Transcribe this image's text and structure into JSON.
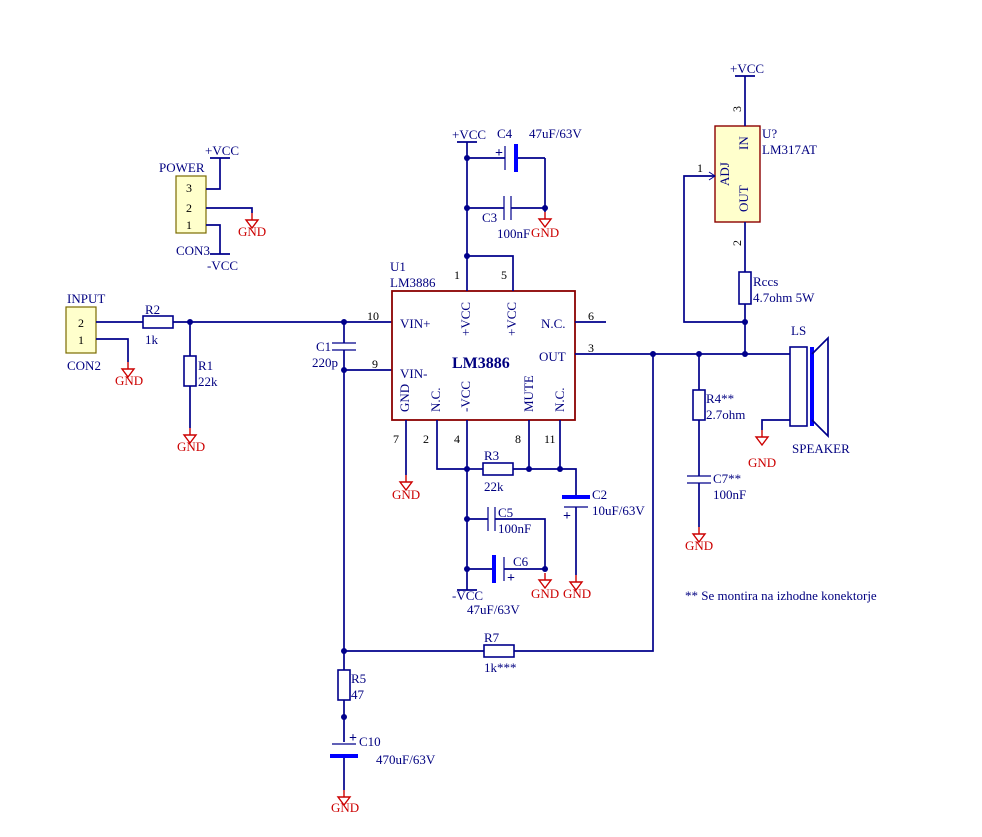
{
  "power_connector": {
    "title": "POWER",
    "ref": "CON3",
    "pins": [
      "3",
      "2",
      "1"
    ],
    "vcc_pos": "+VCC",
    "vcc_neg": "-VCC",
    "gnd": "GND"
  },
  "input_connector": {
    "title": "INPUT",
    "ref": "CON2",
    "pins": [
      "2",
      "1"
    ],
    "gnd": "GND"
  },
  "r2": {
    "ref": "R2",
    "value": "1k"
  },
  "r1": {
    "ref": "R1",
    "value": "22k",
    "gnd": "GND"
  },
  "c1": {
    "ref": "C1",
    "value": "220p"
  },
  "c4": {
    "ref": "C4",
    "value": "47uF/63V"
  },
  "c3": {
    "ref": "C3",
    "value": "100nF",
    "gnd": "GND"
  },
  "vcc_top": "+VCC",
  "u1": {
    "ref": "U1",
    "part": "LM3886",
    "title": "LM3886",
    "pin_labels": {
      "vin_p": "VIN+",
      "vin_n": "VIN-",
      "vcc1": "+VCC",
      "vcc2": "+VCC",
      "nc_top": "N.C.",
      "out": "OUT",
      "gnd": "GND",
      "nc1": "N.C.",
      "vee": "-VCC",
      "mute": "MUTE",
      "nc2": "N.C."
    },
    "pin_numbers": {
      "p1": "1",
      "p5": "5",
      "p10": "10",
      "p9": "9",
      "p6": "6",
      "p3": "3",
      "p7": "7",
      "p2": "2",
      "p4": "4",
      "p8": "8",
      "p11": "11"
    }
  },
  "gnd_u1": "GND",
  "r3": {
    "ref": "R3",
    "value": "22k"
  },
  "c2": {
    "ref": "C2",
    "value": "10uF/63V",
    "gnd": "GND"
  },
  "c5": {
    "ref": "C5",
    "value": "100nF"
  },
  "c6": {
    "ref": "C6",
    "value": "47uF/63V",
    "gnd": "GND",
    "vee": "-VCC"
  },
  "r7": {
    "ref": "R7",
    "value": "1k***"
  },
  "r5": {
    "ref": "R5",
    "value": "47"
  },
  "c10": {
    "ref": "C10",
    "value": "470uF/63V",
    "gnd": "GND"
  },
  "regulator": {
    "ref": "U?",
    "part": "LM317AT",
    "vcc": "+VCC",
    "pin_in": "IN",
    "pin_adj": "ADJ",
    "pin_out": "OUT",
    "pin3": "3",
    "pin1": "1",
    "pin2": "2"
  },
  "rccs": {
    "ref": "Rccs",
    "value": "4.7ohm 5W"
  },
  "r4": {
    "ref": "R4**",
    "value": "2.7ohm"
  },
  "c7": {
    "ref": "C7**",
    "value": "100nF",
    "gnd": "GND"
  },
  "speaker": {
    "ref": "LS",
    "name": "SPEAKER",
    "gnd": "GND"
  },
  "note": "** Se montira na izhodne konektorje"
}
